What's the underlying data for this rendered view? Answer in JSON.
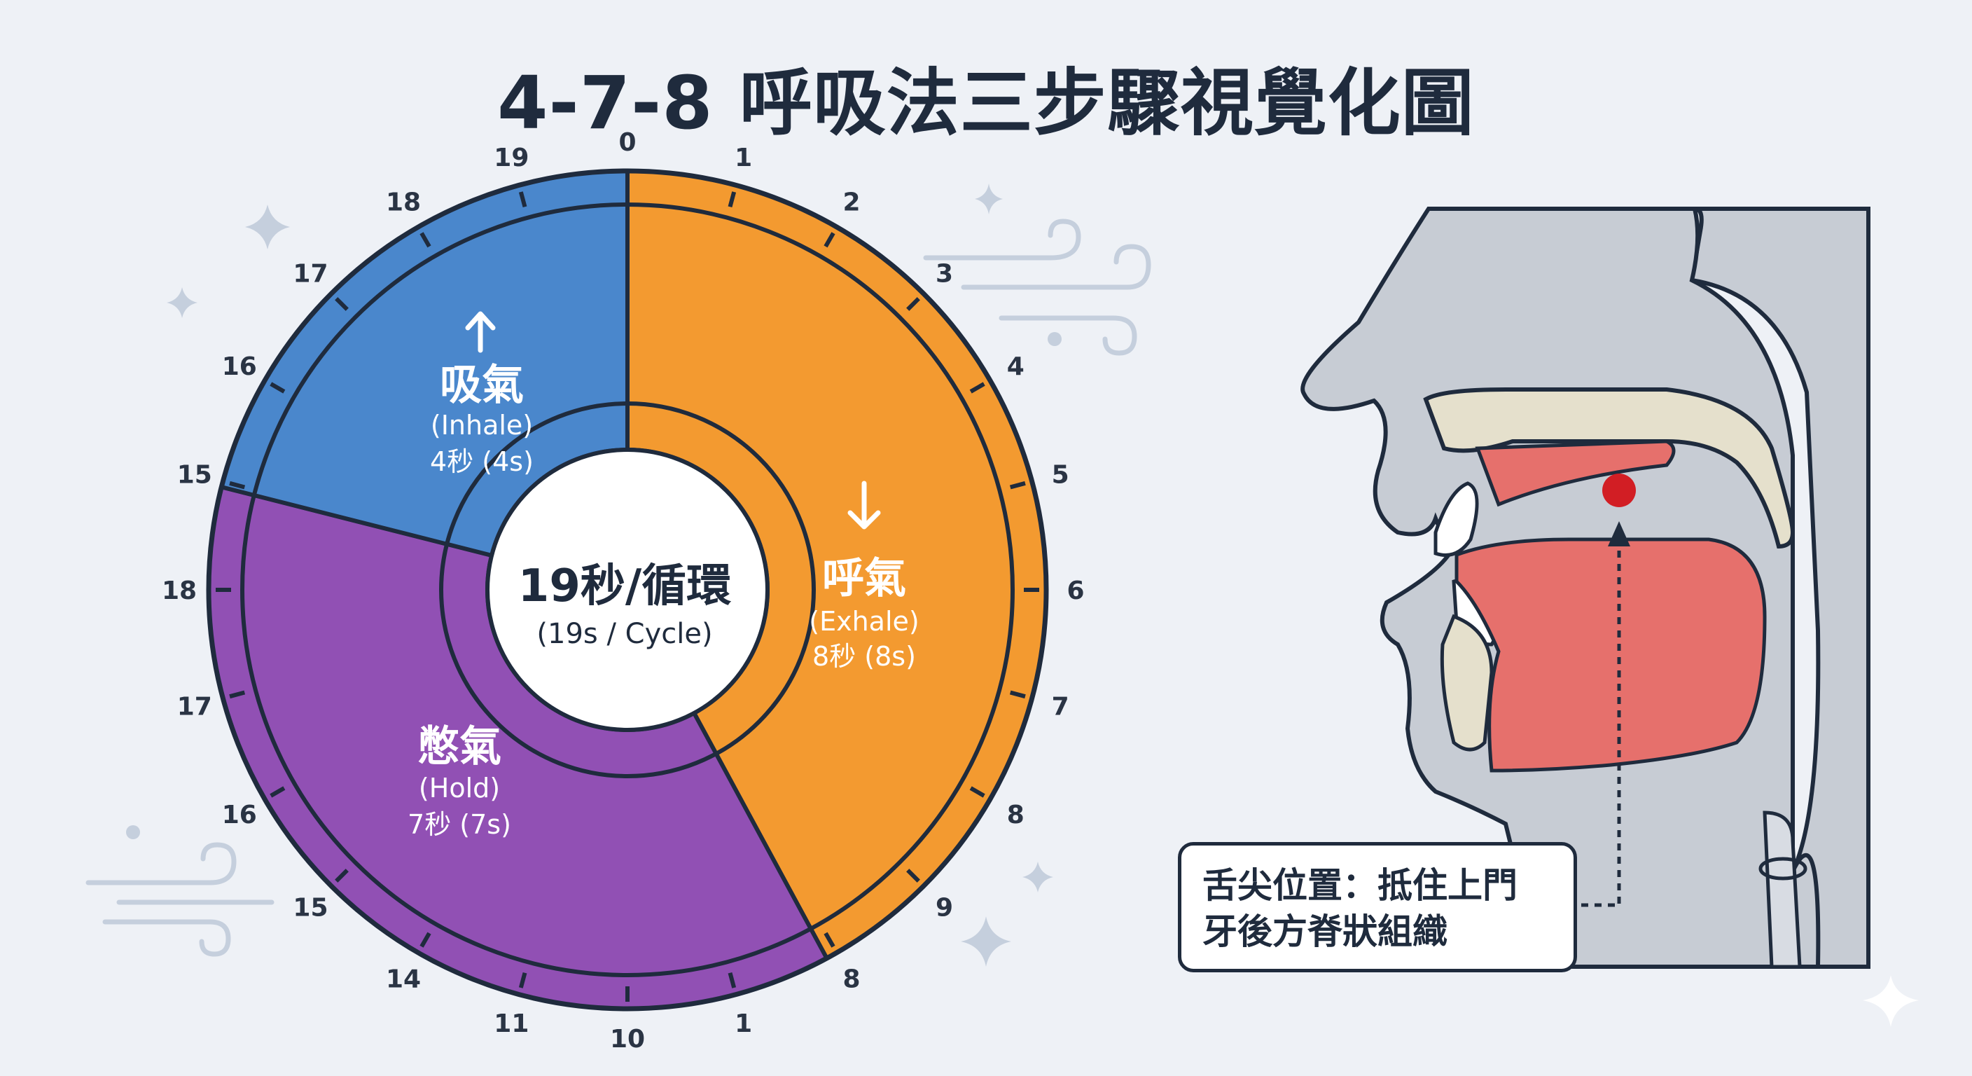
{
  "title": "4-7-8 呼吸法三步驟視覺化圖",
  "colors": {
    "inhale": "#4a87cc",
    "hold": "#9150b4",
    "exhale": "#f39a30",
    "outline": "#1f2b3d",
    "tongue": "#e6706c",
    "marker": "#d21e24"
  },
  "cycle": {
    "center_main": "19秒/循環",
    "center_sub": "(19s / Cycle)",
    "phases": [
      {
        "key": "inhale",
        "label": "吸氣",
        "label_en": "(Inhale)",
        "duration_text": "4秒 (4s)",
        "seconds": 4,
        "arrow": "up-arrow-icon"
      },
      {
        "key": "hold",
        "label": "憋氣",
        "label_en": "(Hold)",
        "duration_text": "7秒 (7s)",
        "seconds": 7,
        "arrow": null
      },
      {
        "key": "exhale",
        "label": "呼氣",
        "label_en": "(Exhale)",
        "duration_text": "8秒 (8s)",
        "seconds": 8,
        "arrow": "down-arrow-icon"
      }
    ],
    "tick_labels": [
      "0",
      "1",
      "2",
      "3",
      "4",
      "5",
      "6",
      "7",
      "8",
      "9",
      "8",
      "1",
      "10",
      "11",
      "14",
      "15",
      "16",
      "17",
      "18",
      "15",
      "16",
      "17",
      "18",
      "19"
    ]
  },
  "anatomy": {
    "callout_line1": "舌尖位置：抵住上門",
    "callout_line2": "牙後方脊狀組織"
  }
}
